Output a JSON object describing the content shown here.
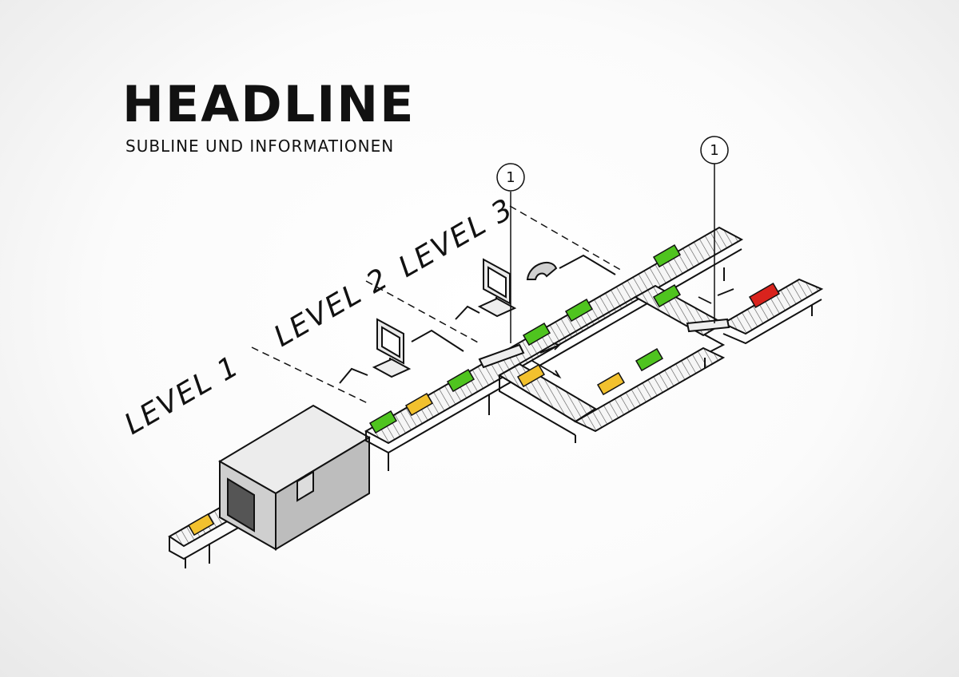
{
  "header": {
    "title": "HEADLINE",
    "subtitle": "SUBLINE UND INFORMATIONEN"
  },
  "levels": [
    "LEVEL 1",
    "LEVEL 2",
    "LEVEL 3"
  ],
  "markers": [
    "1",
    "1"
  ],
  "colors": {
    "clear_bag": "#4fc41f",
    "suspect_bag": "#f2c12e",
    "alarm_bag": "#d9231d",
    "line": "#111111",
    "machine": "#d7d7d7"
  }
}
